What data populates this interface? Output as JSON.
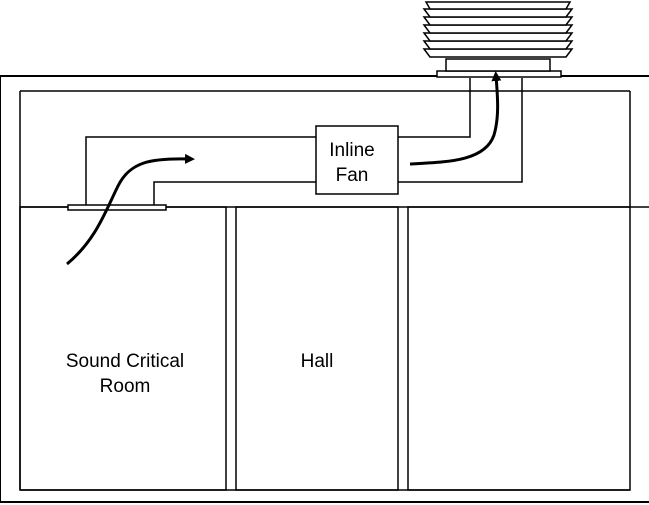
{
  "labels": {
    "fan_line1": "Inline",
    "fan_line2": "Fan",
    "room_line1": "Sound Critical",
    "room_line2": "Room",
    "hall": "Hall"
  },
  "colors": {
    "line": "#000000",
    "background": "#ffffff"
  }
}
